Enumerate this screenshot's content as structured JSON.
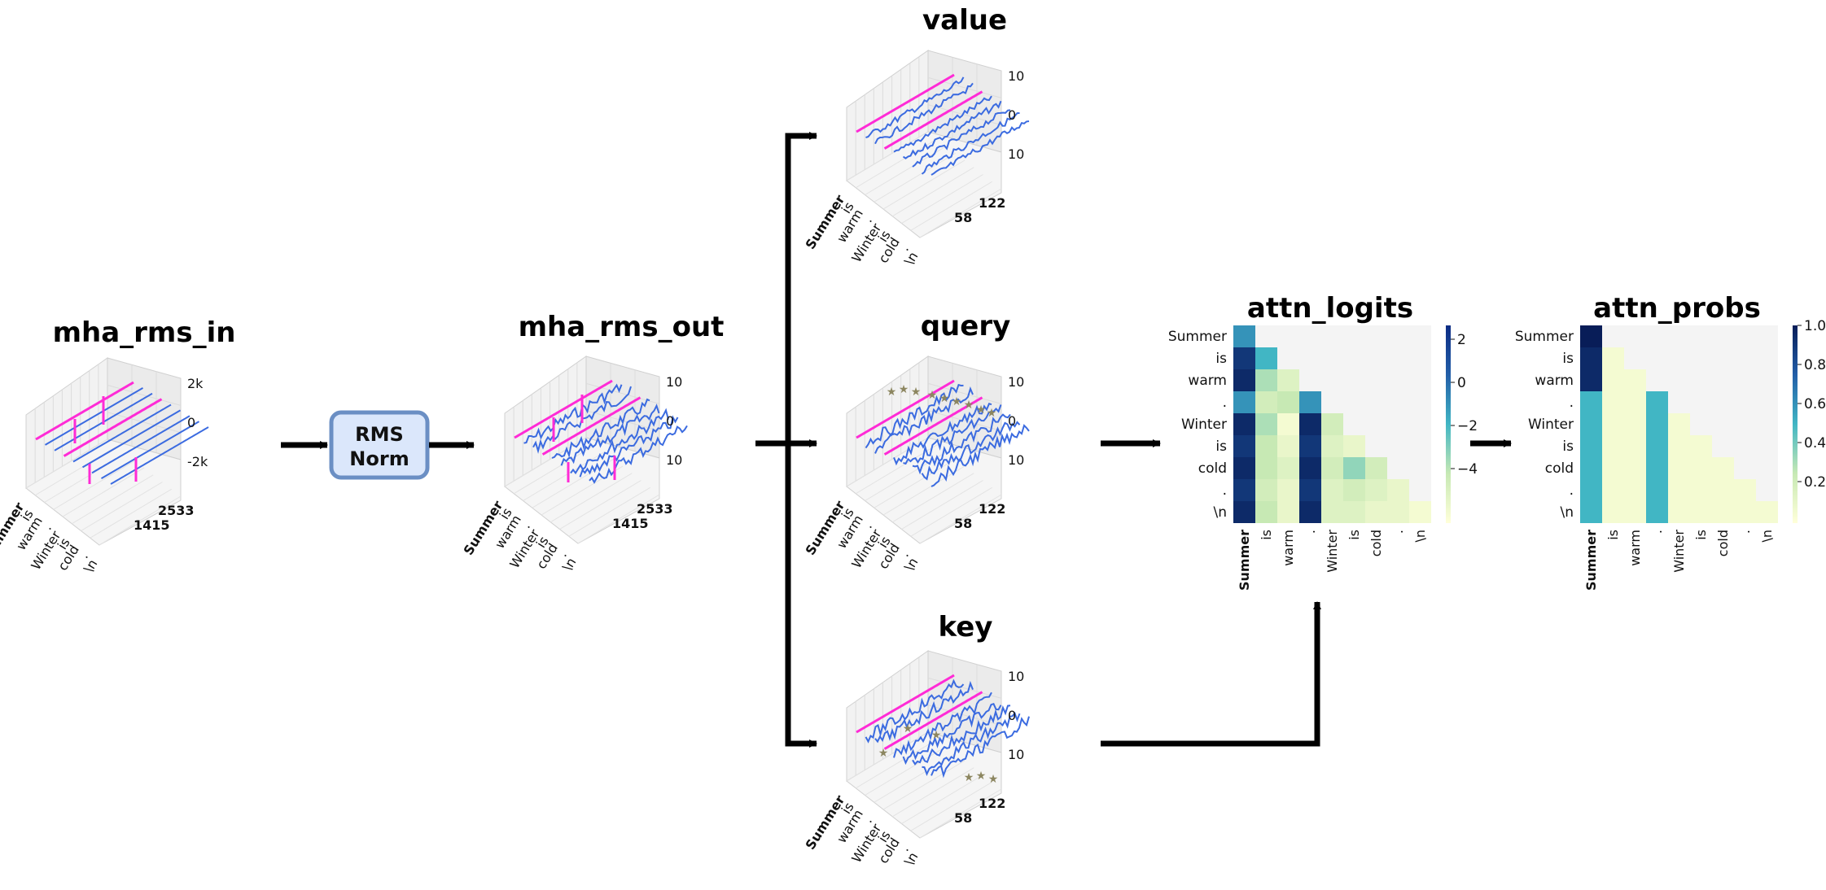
{
  "tokens": [
    "Summer",
    "is",
    "warm",
    ".",
    "Winter",
    "is",
    "cold",
    ".",
    "\\n"
  ],
  "rms_norm_block": {
    "line1": "RMS",
    "line2": "Norm",
    "fill": "#dbe7fb",
    "stroke": "#6b8fc4"
  },
  "panels": [
    {
      "id": "mha_rms_in",
      "title": "mha_rms_in",
      "z_ticks": [
        "2k",
        "0",
        "-2k"
      ],
      "y_ticks": [
        "2533",
        "1415"
      ]
    },
    {
      "id": "mha_rms_out",
      "title": "mha_rms_out",
      "z_ticks": [
        "10",
        "0",
        "10"
      ],
      "y_ticks": [
        "2533",
        "1415"
      ]
    },
    {
      "id": "value",
      "title": "value",
      "z_ticks": [
        "10",
        "0",
        "10"
      ],
      "y_ticks": [
        "122",
        "58"
      ]
    },
    {
      "id": "query",
      "title": "query",
      "z_ticks": [
        "10",
        "0",
        "10"
      ],
      "y_ticks": [
        "122",
        "58"
      ]
    },
    {
      "id": "key",
      "title": "key",
      "z_ticks": [
        "10",
        "0",
        "10"
      ],
      "y_ticks": [
        "122",
        "58"
      ]
    }
  ],
  "heatmaps": [
    {
      "id": "attn_logits",
      "title": "attn_logits",
      "colorbar_ticks": [
        "2",
        "0",
        "−2",
        "−4"
      ]
    },
    {
      "id": "attn_probs",
      "title": "attn_probs",
      "colorbar_ticks": [
        "1.0",
        "0.8",
        "0.6",
        "0.4",
        "0.2"
      ]
    }
  ],
  "colors": {
    "series_blue": "#3b6be0",
    "series_magenta": "#ff2bd6",
    "star": "#8c8660",
    "arrow": "#000000"
  }
}
